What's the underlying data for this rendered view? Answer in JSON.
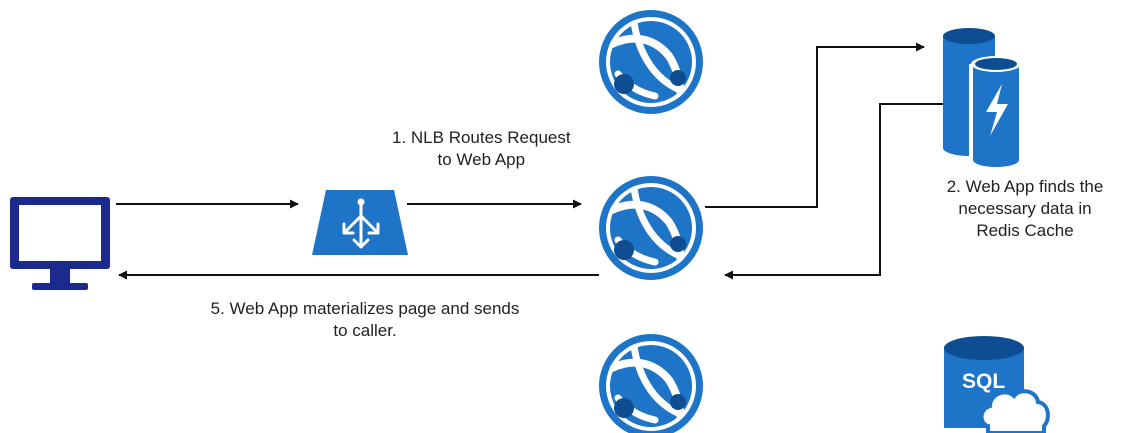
{
  "colors": {
    "accent": "#1e74c6",
    "accent_dark": "#0e4d92",
    "monitor": "#1b2a8c",
    "arrow": "#111111",
    "text": "#222222"
  },
  "nodes": {
    "client": {
      "icon": "monitor-icon"
    },
    "load_balancer": {
      "icon": "load-balancer-icon"
    },
    "web_app_top": {
      "icon": "web-app-globe-icon"
    },
    "web_app_middle": {
      "icon": "web-app-globe-icon"
    },
    "web_app_bottom": {
      "icon": "web-app-globe-icon"
    },
    "redis_cache": {
      "icon": "redis-cache-icon"
    },
    "sql_database": {
      "icon": "sql-database-icon",
      "text": "SQL"
    }
  },
  "labels": {
    "step1": {
      "line1": "1. NLB Routes Request",
      "line2": "to Web App"
    },
    "step2": {
      "line1": "2. Web App finds the",
      "line2": "necessary data in",
      "line3": "Redis Cache"
    },
    "step5": {
      "line1": "5. Web App materializes page and sends",
      "line2": "to caller."
    }
  }
}
